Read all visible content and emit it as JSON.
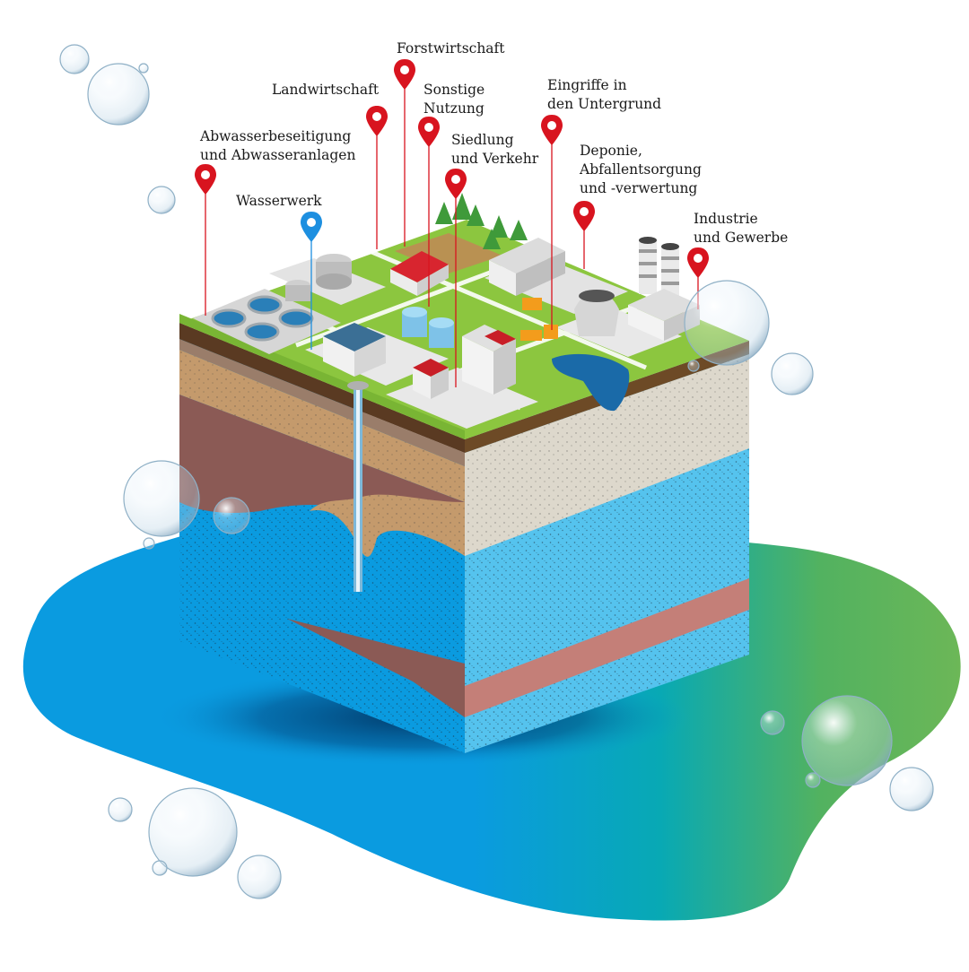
{
  "labels": {
    "forstwirtschaft": {
      "l1": "Forstwirtschaft"
    },
    "landwirtschaft": {
      "l1": "Landwirtschaft"
    },
    "sonstige": {
      "l1": "Sonstige",
      "l2": "Nutzung"
    },
    "eingriffe": {
      "l1": "Eingriffe in",
      "l2": "den Untergrund"
    },
    "abwasser": {
      "l1": "Abwasserbeseitigung",
      "l2": "und Abwasseranlagen"
    },
    "siedlung": {
      "l1": "Siedlung",
      "l2": "und Verkehr"
    },
    "deponie": {
      "l1": "Deponie,",
      "l2": "Abfallentsorgung",
      "l3": "und -verwertung"
    },
    "wasserwerk": {
      "l1": "Wasserwerk"
    },
    "industrie": {
      "l1": "Industrie",
      "l2": "und Gewerbe"
    }
  },
  "colors": {
    "pin_red": "#d8141f",
    "pin_blue": "#1d8fe0",
    "water_blue": "#0a9be0",
    "aquifer_blue": "#55c3ee",
    "grass_green": "#8cc63f",
    "clay_brown": "#8b5a55",
    "sand_tan": "#c49a6c",
    "gravel_beige": "#ddd8cc",
    "topsoil_dark": "#5a3a22",
    "clay_pink": "#c47f78",
    "lake_green": "#5db356"
  },
  "icons": [
    "location-pin-icon",
    "water-bubble-icon"
  ]
}
